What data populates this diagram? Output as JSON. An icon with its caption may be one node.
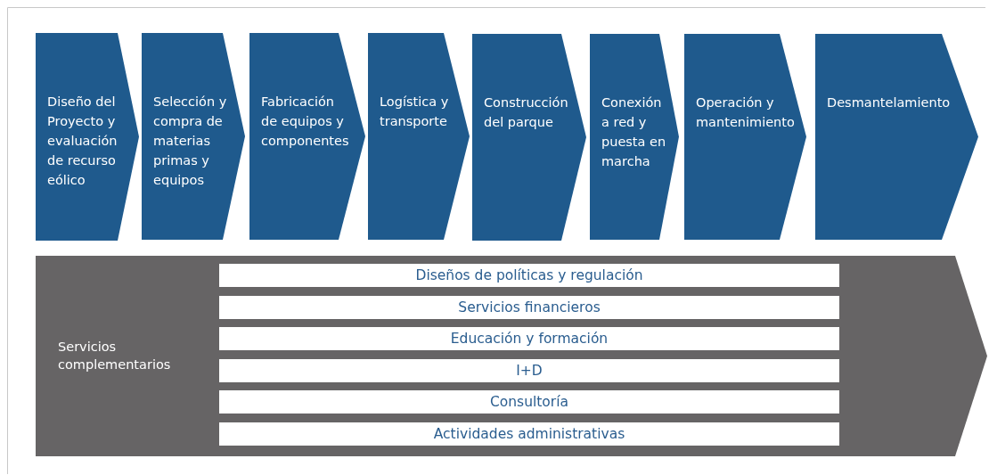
{
  "diagram": {
    "nodes": [
      {
        "text": [
          "Diseño del Proyecto y evaluación de recurso eólico"
        ]
      },
      {
        "text": [
          "Selección y compra de materias primas y equipos"
        ]
      },
      {
        "text": [
          "Fabricación de equipos y componentes"
        ]
      },
      {
        "text": [
          "Logística y transporte"
        ]
      },
      {
        "text": [
          "Construcción del parque"
        ]
      },
      {
        "text": [
          "Conexión a red y puesta en marcha"
        ]
      },
      {
        "text": [
          "Operación y mantenimiento"
        ]
      },
      {
        "text": [
          "Desmantelamiento"
        ]
      },
      {
        "text": [
          "Servicios complementarios"
        ]
      },
      {
        "text": [
          "Diseños de políticas y regulación"
        ],
        "in": 8
      },
      {
        "text": [
          "Servicios financieros"
        ],
        "in": 8
      },
      {
        "text": [
          "Educación y formación"
        ],
        "in": 8
      },
      {
        "text": [
          "I+D"
        ],
        "in": 8
      },
      {
        "text": [
          "Consultoría"
        ],
        "in": 8
      },
      {
        "text": [
          "Actividades administrativas"
        ],
        "in": 8
      }
    ]
  }
}
